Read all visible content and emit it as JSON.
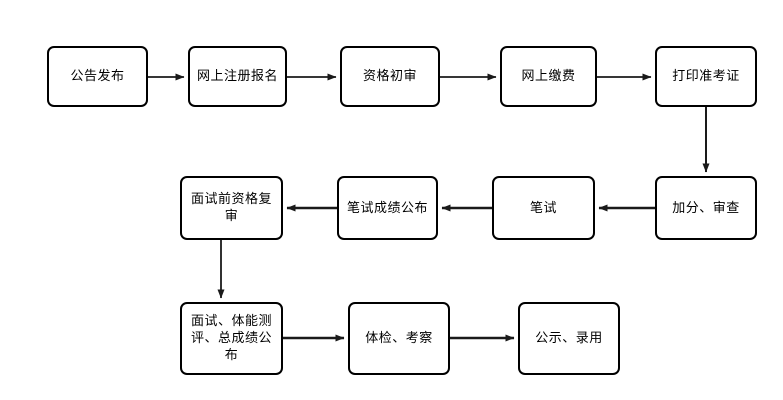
{
  "chart_data": {
    "type": "diagram",
    "title": "",
    "diagram_kind": "flowchart",
    "orientation": "serpentine-left-right-then-right-left",
    "nodes": [
      {
        "id": "n1",
        "label": "公告发布",
        "row": 1,
        "col": 1
      },
      {
        "id": "n2",
        "label": "网上注册报名",
        "row": 1,
        "col": 2
      },
      {
        "id": "n3",
        "label": "资格初审",
        "row": 1,
        "col": 3
      },
      {
        "id": "n4",
        "label": "网上缴费",
        "row": 1,
        "col": 4
      },
      {
        "id": "n5",
        "label": "打印准考证",
        "row": 1,
        "col": 5
      },
      {
        "id": "n6",
        "label": "加分、审查",
        "row": 2,
        "col": 5
      },
      {
        "id": "n7",
        "label": "笔试",
        "row": 2,
        "col": 4
      },
      {
        "id": "n8",
        "label": "笔试成绩公布",
        "row": 2,
        "col": 3
      },
      {
        "id": "n9",
        "label": "面试前资格复\n审",
        "row": 2,
        "col": 2
      },
      {
        "id": "n10",
        "label": "面试、体能测\n评、总成绩公\n布",
        "row": 3,
        "col": 2
      },
      {
        "id": "n11",
        "label": "体检、考察",
        "row": 3,
        "col": 3
      },
      {
        "id": "n12",
        "label": "公示、录用",
        "row": 3,
        "col": 4
      }
    ],
    "edges": [
      {
        "from": "n1",
        "to": "n2",
        "direction": "right"
      },
      {
        "from": "n2",
        "to": "n3",
        "direction": "right"
      },
      {
        "from": "n3",
        "to": "n4",
        "direction": "right"
      },
      {
        "from": "n4",
        "to": "n5",
        "direction": "right"
      },
      {
        "from": "n5",
        "to": "n6",
        "direction": "down"
      },
      {
        "from": "n6",
        "to": "n7",
        "direction": "left"
      },
      {
        "from": "n7",
        "to": "n8",
        "direction": "left"
      },
      {
        "from": "n8",
        "to": "n9",
        "direction": "left"
      },
      {
        "from": "n9",
        "to": "n10",
        "direction": "down"
      },
      {
        "from": "n10",
        "to": "n11",
        "direction": "right"
      },
      {
        "from": "n11",
        "to": "n12",
        "direction": "right"
      }
    ],
    "colors": {
      "background": "#ffffff",
      "node_fill": "#ffffff",
      "node_stroke": "#000000",
      "edge_stroke": "#1a1a1a",
      "text": "#000000"
    }
  },
  "nodes": {
    "n1": {
      "label": "公告发布"
    },
    "n2": {
      "label": "网上注册报名"
    },
    "n3": {
      "label": "资格初审"
    },
    "n4": {
      "label": "网上缴费"
    },
    "n5": {
      "label": "打印准考证"
    },
    "n6": {
      "label": "加分、审查"
    },
    "n7": {
      "label": "笔试"
    },
    "n8": {
      "label": "笔试成绩公布"
    },
    "n9": {
      "label": "面试前资格复审"
    },
    "n10": {
      "label": "面试、体能测评、总成绩公布"
    },
    "n11": {
      "label": "体检、考察"
    },
    "n12": {
      "label": "公示、录用"
    }
  }
}
